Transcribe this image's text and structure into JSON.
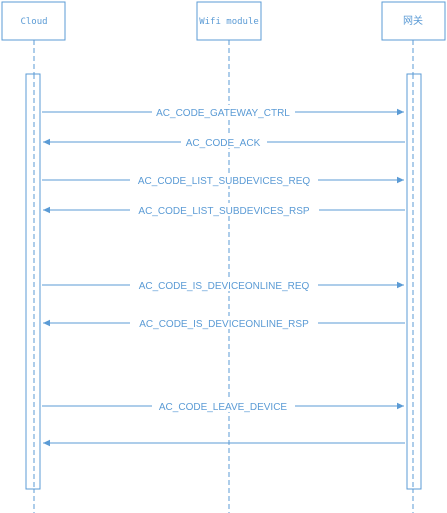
{
  "participants": [
    {
      "id": "cloud",
      "label": "Cloud"
    },
    {
      "id": "wifi",
      "label": "Wifi module"
    },
    {
      "id": "gateway",
      "label": "网关"
    }
  ],
  "messages": [
    {
      "label": "AC_CODE_GATEWAY_CTRL",
      "from": "cloud",
      "to": "gateway"
    },
    {
      "label": "AC_CODE_ACK",
      "from": "gateway",
      "to": "cloud"
    },
    {
      "label": "AC_CODE_LIST_SUBDEVICES_REQ",
      "from": "cloud",
      "to": "gateway"
    },
    {
      "label": "AC_CODE_LIST_SUBDEVICES_RSP",
      "from": "gateway",
      "to": "cloud"
    },
    {
      "label": "AC_CODE_IS_DEVICEONLINE_REQ",
      "from": "cloud",
      "to": "gateway"
    },
    {
      "label": "AC_CODE_IS_DEVICEONLINE_RSP",
      "from": "gateway",
      "to": "cloud"
    },
    {
      "label": "AC_CODE_LEAVE_DEVICE",
      "from": "cloud",
      "to": "gateway"
    },
    {
      "label": "",
      "from": "gateway",
      "to": "cloud"
    }
  ],
  "colors": {
    "line": "#5b9bd5"
  }
}
